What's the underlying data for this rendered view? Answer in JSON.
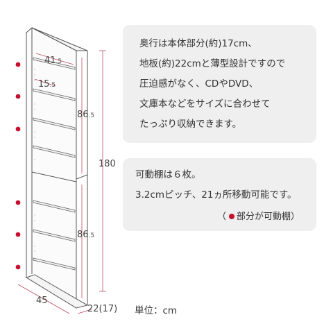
{
  "info_box_depth": {
    "lines": [
      "奥行は本体部分(約)17cm、",
      "地板(約)22cmと薄型設計ですので",
      "圧迫感がなく、CDやDVD、",
      "文庫本などをサイズに合わせて",
      "たっぷり収納できます。"
    ]
  },
  "info_box_shelves": {
    "lines": [
      "可動棚は６枚。",
      "3.2cmピッチ、21ヵ所移動可能です。"
    ],
    "legend_open": "（",
    "legend_text": "部分が可動棚）"
  },
  "dimensions": {
    "inner_width": "41",
    "inner_width_decimal": ".5",
    "shelf_depth": "15",
    "shelf_depth_decimal": ".5",
    "upper_height": "86",
    "upper_height_decimal": ".5",
    "lower_height": "86",
    "lower_height_decimal": ".5",
    "total_height": "180",
    "width": "45",
    "depth": "22(17)"
  },
  "unit_label": "単位：cm",
  "colors": {
    "movable_shelf_marker": "#c8102e",
    "dimension_line": "#c04a5a",
    "panel_background": "#efefef",
    "outline": "#555555"
  }
}
